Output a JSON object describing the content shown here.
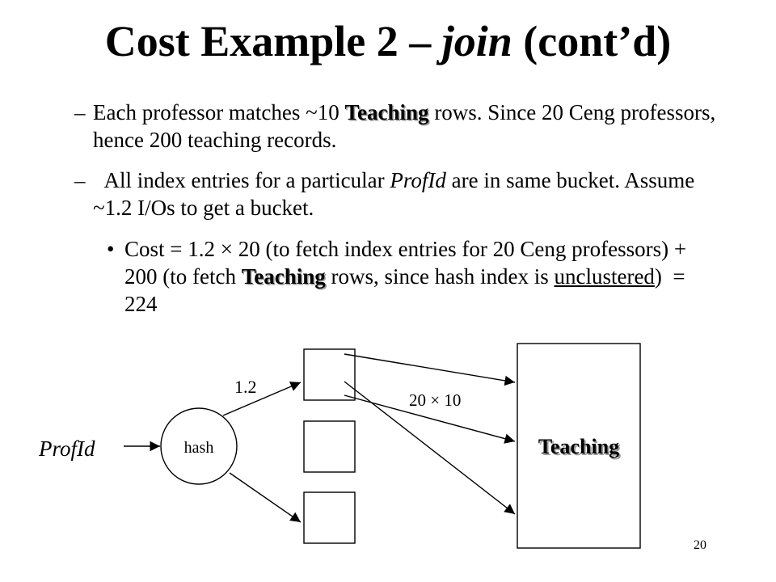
{
  "slide": {
    "title": {
      "part1": "Cost Example 2 – ",
      "part2": "join",
      "part3": " (cont’d)"
    },
    "bullets": [
      {
        "marker": "–",
        "t1": "Each professor matches ~10 ",
        "t2": "Teaching",
        "t3": " rows. Since 20 Ceng professors, hence 200 teaching records."
      },
      {
        "marker": "–",
        "t1": "  All index entries for a particular ",
        "t2": "ProfId",
        "t3": " are in same bucket. Assume  ~1.2 I/Os to get a bucket."
      },
      {
        "marker": "•",
        "t1": "Cost = 1.2 × 20 (to fetch index entries for 20 Ceng professors) + 200 (to fetch ",
        "t2": "Teaching",
        "t3": " rows, since hash index is ",
        "t4": "unclustered",
        "t5": ")  = 224"
      }
    ],
    "page_number": "20"
  },
  "diagram": {
    "input_label": "ProfId",
    "hash_label": "hash",
    "bucket_io_label": "1.2",
    "fetch_label": "20 × 10",
    "relation_label": "Teaching"
  }
}
